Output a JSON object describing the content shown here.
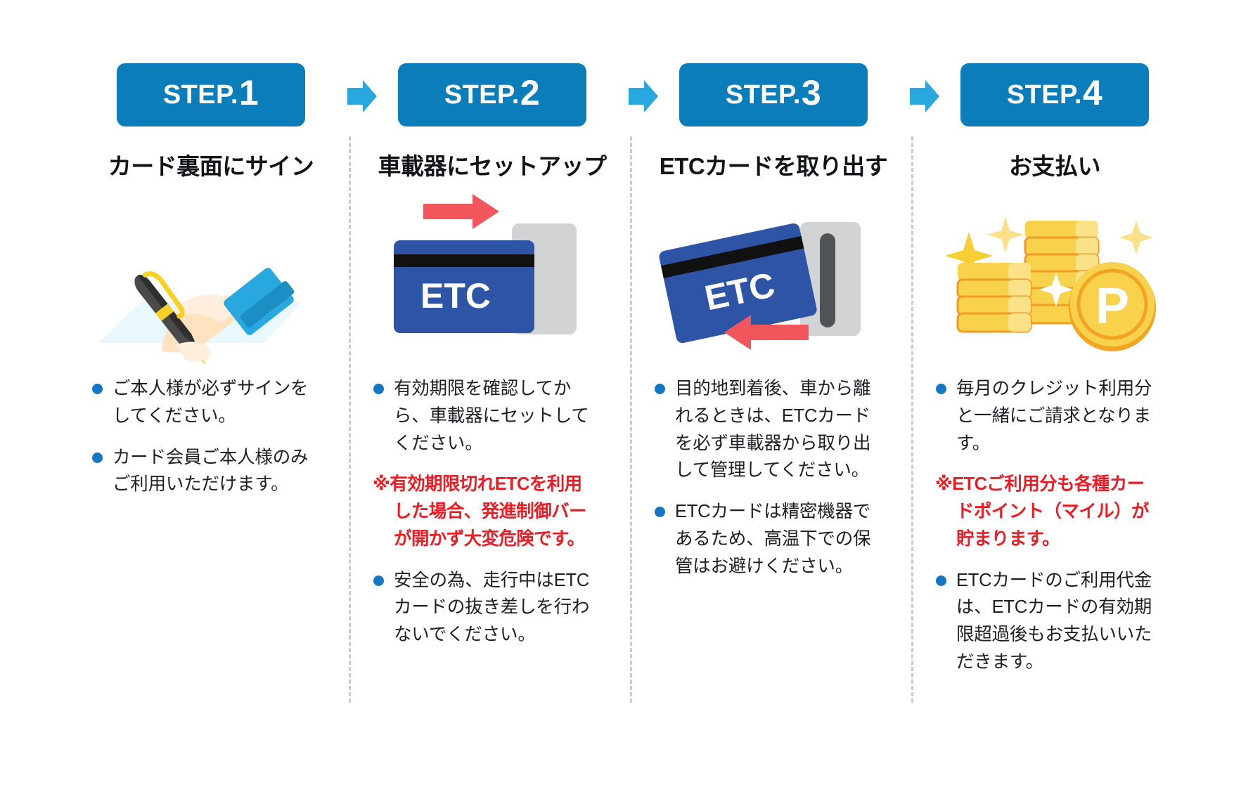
{
  "colors": {
    "badge_blue": "#0b7dba",
    "arrow_blue": "#29a8e0",
    "bullet_blue": "#1577c4",
    "warning_red": "#ec1c24",
    "card_blue": "#2e55a5",
    "divider_gray": "#c9cbcd"
  },
  "steps": [
    {
      "badge_word": "STEP.",
      "badge_number": "1",
      "title": "カード裏面にサイン",
      "illustration": "hand-signing-pen",
      "notes": [
        {
          "type": "bullet",
          "text": "ご本人様が必ずサインをしてください。"
        },
        {
          "type": "bullet",
          "text": "カード会員ご本人様のみご利用いただけます。"
        }
      ]
    },
    {
      "badge_word": "STEP.",
      "badge_number": "2",
      "title": "車載器にセットアップ",
      "illustration": "etc-card-insert",
      "card_label": "ETC",
      "notes": [
        {
          "type": "bullet",
          "text": "有効期限を確認してから、車載器にセットしてください。"
        },
        {
          "type": "warning",
          "marker": "※",
          "text": "有効期限切れETCを利用した場合、発進制御バーが開かず大変危険です。"
        },
        {
          "type": "bullet",
          "text": "安全の為、走行中はETCカードの抜き差しを行わないでください。"
        }
      ]
    },
    {
      "badge_word": "STEP.",
      "badge_number": "3",
      "title": "ETCカードを取り出す",
      "illustration": "etc-card-eject",
      "card_label": "ETC",
      "notes": [
        {
          "type": "bullet",
          "text": "目的地到着後、車から離れるときは、ETCカードを必ず車載器から取り出して管理してください。"
        },
        {
          "type": "bullet",
          "text": "ETCカードは精密機器であるため、高温下での保管はお避けください。"
        }
      ]
    },
    {
      "badge_word": "STEP.",
      "badge_number": "4",
      "title": "お支払い",
      "illustration": "coins-point",
      "point_label": "P",
      "notes": [
        {
          "type": "bullet",
          "text": "毎月のクレジット利用分と一緒にご請求となります。"
        },
        {
          "type": "warning",
          "marker": "※",
          "text": "ETCご利用分も各種カードポイント（マイル）が貯まります。"
        },
        {
          "type": "bullet",
          "text": "ETCカードのご利用代金は、ETCカードの有効期限超過後もお支払いいただきます。"
        }
      ]
    }
  ]
}
